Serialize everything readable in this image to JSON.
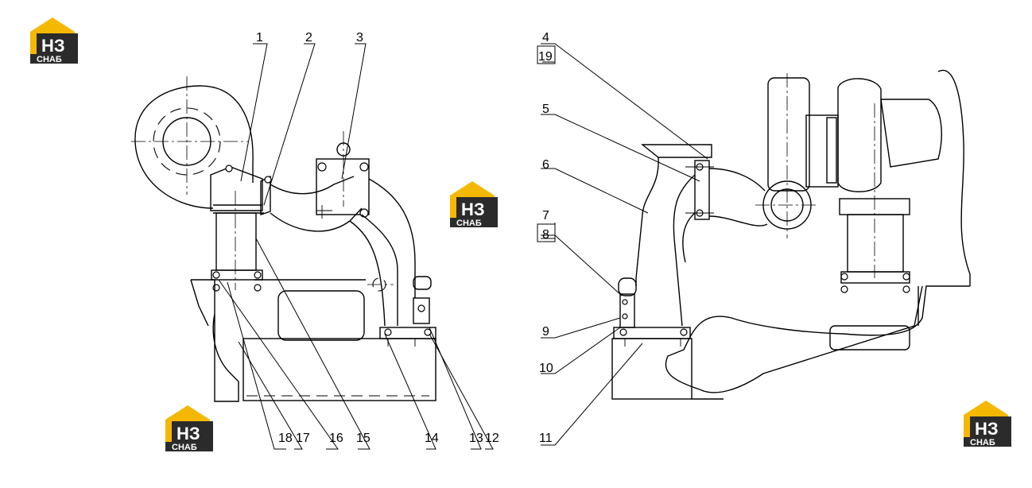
{
  "logo": {
    "mark": "НЗ",
    "caption": "СНАБ",
    "color_yellow": "#f5b800",
    "color_dark": "#2b2b2b"
  },
  "callouts": {
    "n1": "1",
    "n2": "2",
    "n3": "3",
    "n4": "4",
    "n19": "19",
    "n5": "5",
    "n6": "6",
    "n7": "7",
    "n8": "8",
    "n9": "9",
    "n10": "10",
    "n11": "11",
    "n18": "18",
    "n17": "17",
    "n16": "16",
    "n15": "15",
    "n14": "14",
    "n13": "13",
    "n12": "12"
  }
}
